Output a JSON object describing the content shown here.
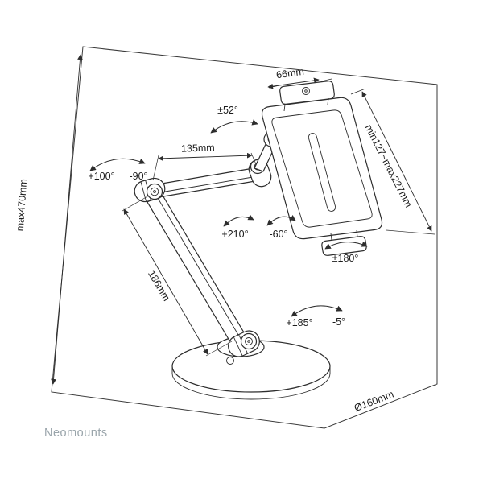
{
  "brand": "Neomounts",
  "labels": {
    "holder_width": "66mm",
    "holder_height": "min127~max227mm",
    "tilt": "±52°",
    "upper_arm": "135mm",
    "swivel_pos": "+100°",
    "swivel_neg": "-90°",
    "height_max": "max470mm",
    "elbow_pos": "+210°",
    "elbow_neg": "-60°",
    "rotate": "±180°",
    "lower_arm": "186mm",
    "base_pos": "+185°",
    "base_neg": "-5°",
    "base_diameter": "Ø160mm"
  }
}
